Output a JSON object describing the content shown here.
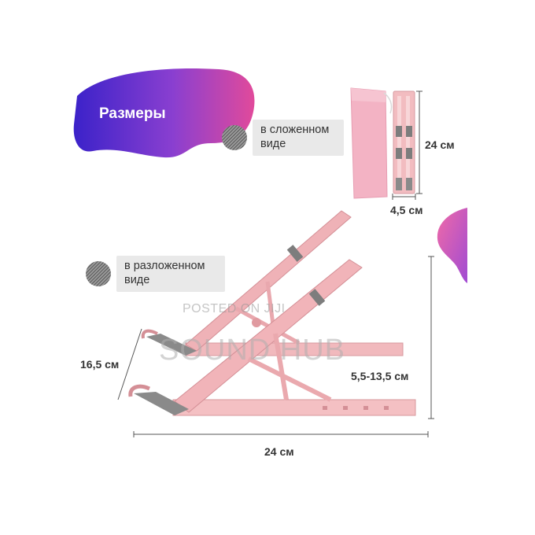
{
  "heading": {
    "title": "Размеры"
  },
  "labels": {
    "folded": "в сложенном виде",
    "unfolded": "в разложенном виде"
  },
  "dimensions": {
    "folded_height": "24 см",
    "folded_width": "4,5 см",
    "unfolded_height": "16,5 см",
    "unfolded_range": "5,5-13,5 см",
    "unfolded_length": "24 см"
  },
  "watermark": {
    "line1": "POSTED ON JIJI",
    "line2": "SOUND HUB"
  },
  "colors": {
    "accent_purple": "#5b2bd6",
    "accent_pink": "#e8479c",
    "product_pink": "#f0b4b8",
    "label_bg": "#e9e9e9"
  }
}
